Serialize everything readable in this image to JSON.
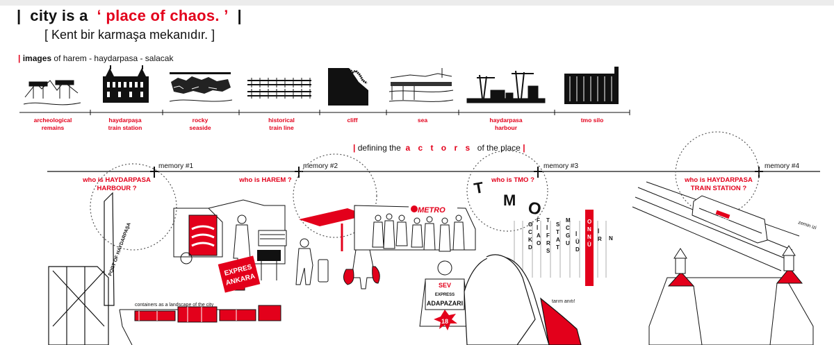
{
  "title": {
    "bar_left": "|",
    "prefix": "city is a",
    "highlight": "‘ place of chaos. ’",
    "bar_right": "|"
  },
  "subtitle": "[ Kent bir karmaşa mekanıdır. ]",
  "images_section": {
    "bar": "|",
    "label_bold": "images",
    "label_rest": " of  harem - haydarpasa - salacak"
  },
  "image_items": [
    {
      "line1": "archeological",
      "line2": "remains",
      "icon": "ruins-icon"
    },
    {
      "line1": "haydarpaşa",
      "line2": "train station",
      "icon": "station-building-icon"
    },
    {
      "line1": "rocky",
      "line2": "seaside",
      "icon": "rocks-icon"
    },
    {
      "line1": "historical",
      "line2": "train line",
      "icon": "rail-track-icon"
    },
    {
      "line1": "cliff",
      "line2": "",
      "icon": "cliff-icon"
    },
    {
      "line1": "sea",
      "line2": "",
      "icon": "sea-icon"
    },
    {
      "line1": "haydarpasa",
      "line2": "harbour",
      "icon": "harbour-cranes-icon"
    },
    {
      "line1": "tmo silo",
      "line2": "",
      "icon": "silo-icon"
    }
  ],
  "defining": {
    "bar_left": "|",
    "prefix": "defining the",
    "actors": "a c t o r s",
    "suffix": "of the place",
    "bar_right": "|"
  },
  "memories": [
    {
      "label": "memory #1",
      "question_line1": "who is HAYDARPASA",
      "question_line2": "HARBOUR ?"
    },
    {
      "label": "memory #2",
      "question_line1": "who is HAREM ?",
      "question_line2": ""
    },
    {
      "label": "memory #3",
      "question_line1": "who is TMO ?",
      "question_line2": ""
    },
    {
      "label": "memory #4",
      "question_line1": "who is HAYDARPASA",
      "question_line2": "TRAIN STATION ?"
    }
  ],
  "scene_texts": {
    "port_sign": "PORT OF HAYDARPAŞA",
    "bus_sign_line1": "EXPRES",
    "bus_sign_line2": "ANKARA",
    "containers_caption": "containers as a landscape of the city",
    "metro_logo": "METRO",
    "tmo_letters": [
      "T",
      "M",
      "O"
    ],
    "vertical_words": [
      "OCKD",
      "FİAO",
      "TİFRS",
      "STAT",
      "MCGU",
      "İÜD",
      "ONNÜ",
      "İR",
      "N"
    ],
    "seller_badge": "SEV",
    "seller_express": "EXPRESS",
    "seller_sign": "ADAPAZARI",
    "seller_number": "18",
    "tarim_label": "tarım anıtı!",
    "zemin_label": "zemin izi",
    "train_text": "TCDD"
  },
  "colors": {
    "accent": "#e3001b",
    "ink": "#111111"
  }
}
